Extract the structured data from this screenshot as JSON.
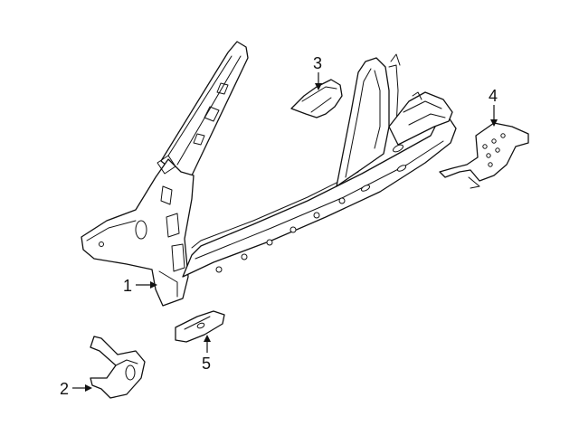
{
  "callouts": [
    {
      "id": "1",
      "label": "1"
    },
    {
      "id": "2",
      "label": "2"
    },
    {
      "id": "3",
      "label": "3"
    },
    {
      "id": "4",
      "label": "4"
    },
    {
      "id": "5",
      "label": "5"
    }
  ],
  "colors": {
    "line": "#111111",
    "fill": "#ffffff",
    "background": "#ffffff"
  }
}
